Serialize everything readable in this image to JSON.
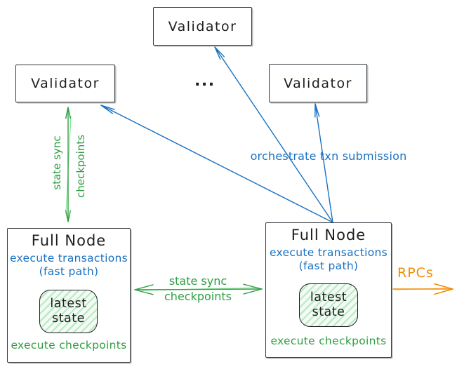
{
  "colors": {
    "blue": "#1971c2",
    "green": "#2f9e44",
    "green_light": "#8ce99a",
    "orange": "#f08c00",
    "ink": "#1e1e1e"
  },
  "validators": {
    "top": {
      "label": "Validator"
    },
    "left": {
      "label": "Validator"
    },
    "right": {
      "label": "Validator"
    },
    "ellipsis": "..."
  },
  "full_nodes": {
    "left": {
      "title": "Full Node",
      "exec_line1": "execute transactions",
      "exec_line2": "(fast path)",
      "state_label": "latest state",
      "checkpoints_label": "execute checkpoints"
    },
    "right": {
      "title": "Full Node",
      "exec_line1": "execute transactions",
      "exec_line2": "(fast path)",
      "state_label": "latest state",
      "checkpoints_label": "execute checkpoints"
    }
  },
  "edge_labels": {
    "state_sync_vertical": {
      "line1": "state sync",
      "line2": "checkpoints"
    },
    "state_sync_horizontal": {
      "line1": "state sync",
      "line2": "checkpoints"
    },
    "orchestrate": "orchestrate txn submission",
    "rpcs": "RPCs"
  }
}
